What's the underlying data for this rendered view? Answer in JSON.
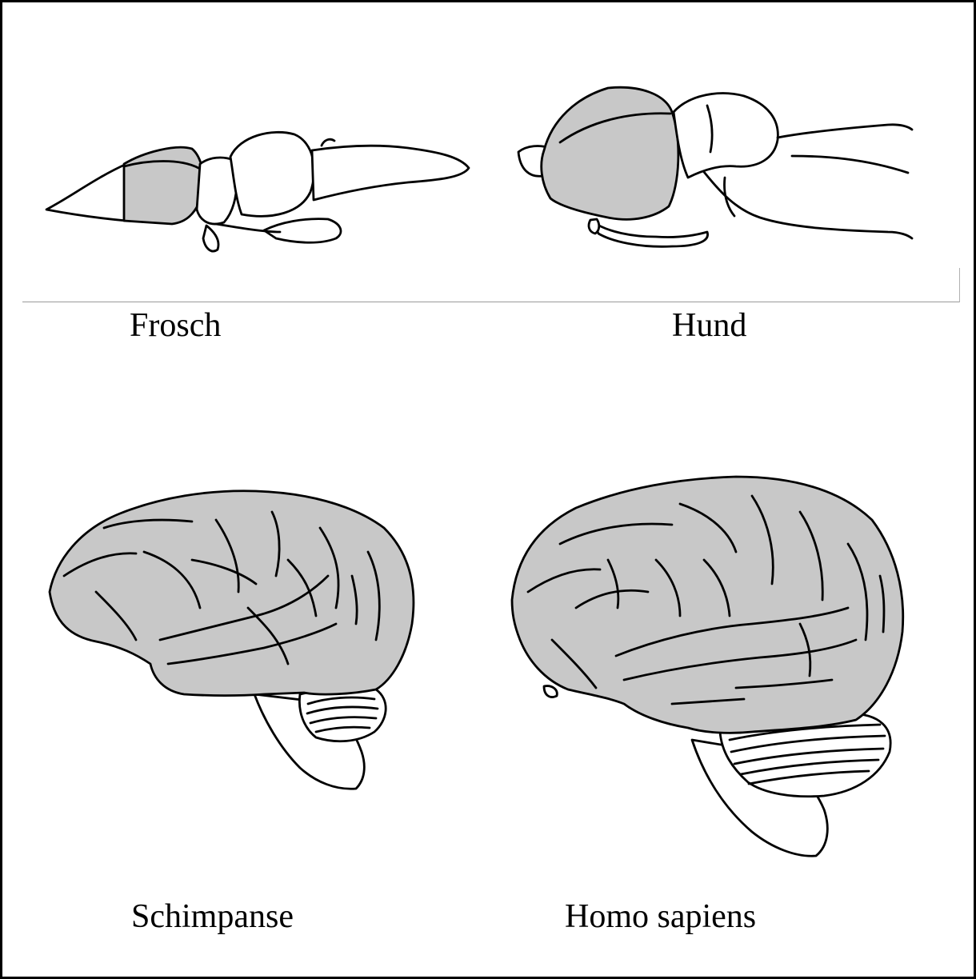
{
  "labels": {
    "frog": "Frosch",
    "dog": "Hund",
    "chimp": "Schimpanse",
    "human": "Homo sapiens"
  },
  "colors": {
    "cortex_fill": "#c8c8c8",
    "outline": "#000000",
    "background": "#ffffff"
  }
}
